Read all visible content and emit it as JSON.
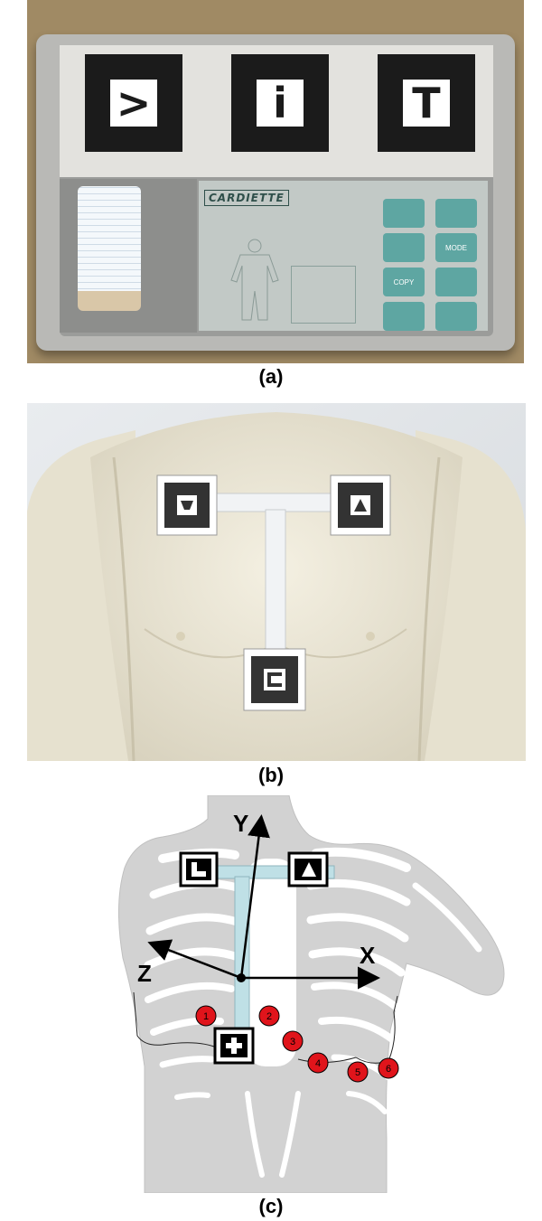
{
  "panels": {
    "a": {
      "label": "(a)",
      "brand": "CARDIETTE",
      "markers": [
        ">",
        "i",
        "T"
      ],
      "keys": [
        "",
        "",
        "",
        "MODE",
        "COPY",
        "",
        "",
        ""
      ]
    },
    "b": {
      "label": "(b)"
    },
    "c": {
      "label": "(c)",
      "axes": {
        "x": "X",
        "y": "Y",
        "z": "Z"
      },
      "points": [
        "1",
        "2",
        "3",
        "4",
        "5",
        "6"
      ]
    }
  },
  "colors": {
    "point_fill": "#e0141b",
    "tbar_fill": "#bfe0e6",
    "torso_fill": "#d2d2d2"
  }
}
